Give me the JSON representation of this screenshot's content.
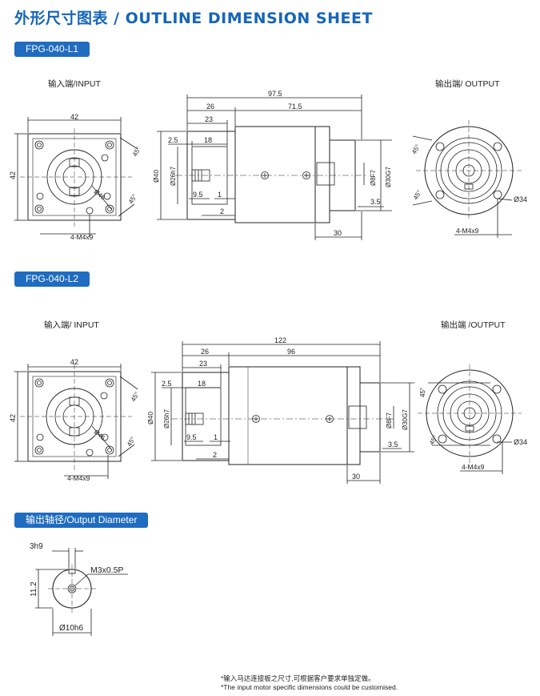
{
  "title": "外形尺寸图表 / OUTLINE DIMENSION SHEET",
  "section1": {
    "badge": "FPG-040-L1",
    "input_label": "输入端/INPUT",
    "output_label": "输出端/ OUTPUT",
    "input_view": {
      "flange": "42",
      "side": "42",
      "angle_a": "45°",
      "angle_b": "45°",
      "bore": "Ø46",
      "holes": "4-M4x9"
    },
    "side_view": {
      "overall": "97.5",
      "d26": "26",
      "d71": "71.5",
      "d23": "23",
      "d2_5": "2.5",
      "d18": "18",
      "d9_5": "9.5",
      "d1": "1",
      "d2": "2",
      "d40": "Ø40",
      "d26h": "Ø26h7",
      "d8": "Ø8F7",
      "d30": "Ø30G7",
      "d3_5": "3.5",
      "d30b": "30"
    },
    "output_view": {
      "angle_a": "45°",
      "angle_b": "45°",
      "d34": "Ø34",
      "holes": "4-M4x9"
    }
  },
  "section2": {
    "badge": "FPG-040-L2",
    "input_label": "输入端/ INPUT",
    "output_label": "输出端 /OUTPUT",
    "input_view": {
      "flange": "42",
      "side": "42",
      "angle_a": "45°",
      "angle_b": "45°",
      "bore": "Ø46",
      "holes": "4-M4x9"
    },
    "side_view": {
      "overall": "122",
      "d26": "26",
      "d96": "96",
      "d23": "23",
      "d2_5": "2.5",
      "d18": "18",
      "d9_5": "9.5",
      "d1": "1",
      "d2": "2",
      "d40": "Ø40",
      "d26h": "Ø26h7",
      "d8": "Ø8F7",
      "d30": "Ø30G7",
      "d3_5": "3.5",
      "d30b": "30"
    },
    "output_view": {
      "angle_a": "45°",
      "angle_b": "45°",
      "d34": "Ø34",
      "holes": "4-M4x9"
    }
  },
  "section3": {
    "badge": "输出轴径/Output Diameter",
    "key": "3h9",
    "thread": "M3x0.5P",
    "height": "11.2",
    "dia": "Ø10h6"
  },
  "notes": {
    "cn": "*输入马达连接板之尺寸,可根据客户要求单独定做。",
    "en": "*The input motor specific dimensions could be customised."
  }
}
